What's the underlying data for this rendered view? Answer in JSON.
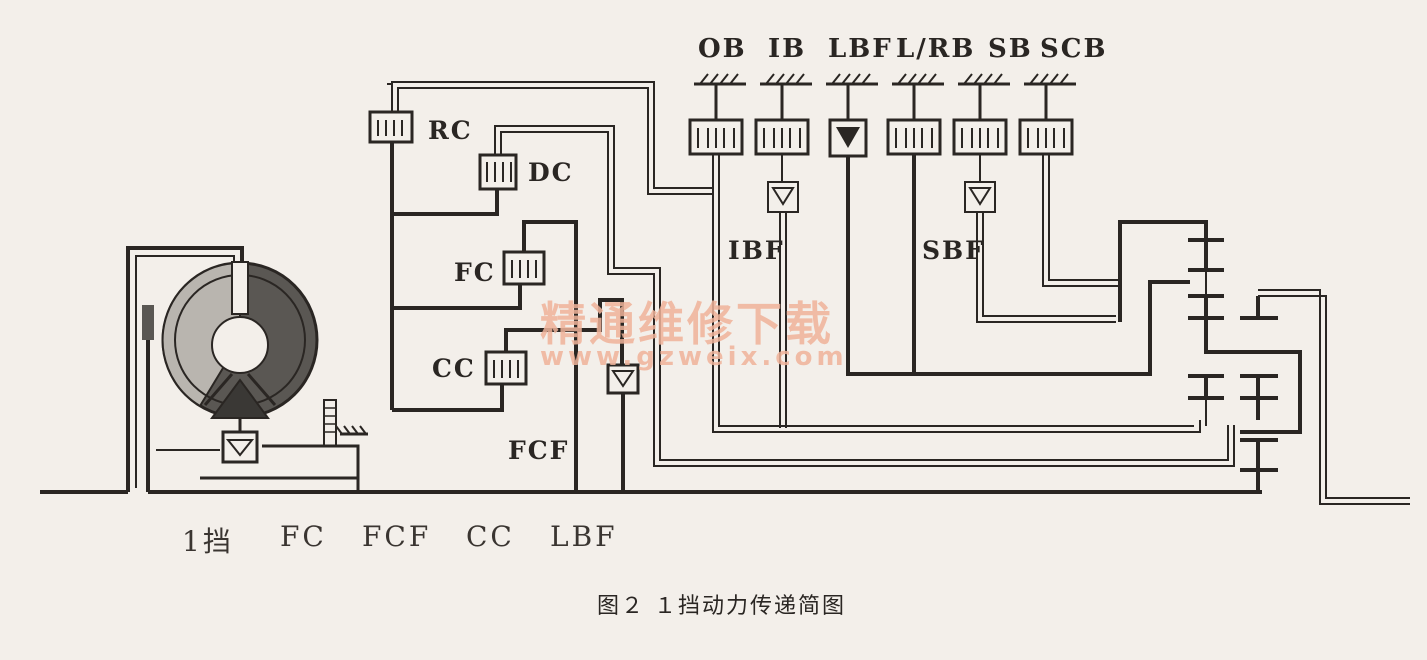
{
  "diagram": {
    "top_labels": {
      "ob": "OB",
      "ib": "IB",
      "lbf": "LBF",
      "lrb": "L/RB",
      "sb": "SB",
      "scb": "SCB"
    },
    "mid_labels": {
      "rc": "RC",
      "dc": "DC",
      "fc": "FC",
      "cc": "CC",
      "fcf": "FCF",
      "ibf": "IBF",
      "sbf": "SBF"
    },
    "bottom_labels": {
      "gear": "1挡",
      "fc": "FC",
      "fcf": "FCF",
      "cc": "CC",
      "lbf": "LBF"
    },
    "caption": "图２ １挡动力传递简图"
  },
  "watermark": {
    "title": "精通维修下载",
    "url": "www.gzweix.com"
  },
  "colors": {
    "ink": "#2a2623",
    "hollow": "#f3efea",
    "watermark": "#f0b39a",
    "turbine_light": "#b9b5af",
    "turbine_dark": "#5a5753"
  }
}
